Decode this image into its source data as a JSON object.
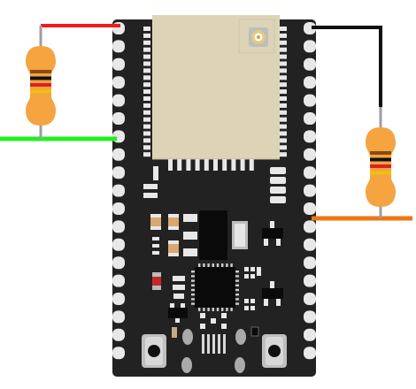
{
  "diagram": {
    "board": {
      "pcb_color": "#222222",
      "module_color": "#ddd3b6",
      "pin_color": "#e8e8e8",
      "chip_color": "#111111",
      "antenna_icon": "antenna-connector-icon"
    },
    "resistors": [
      {
        "id": "resistor-left",
        "body_color": "#f5a440",
        "bands": [
          "#8b4a12",
          "#111111",
          "#e02020",
          "#f0c010"
        ]
      },
      {
        "id": "resistor-right",
        "body_color": "#f5a440",
        "bands": [
          "#8b4a12",
          "#111111",
          "#e02020",
          "#f0c010"
        ]
      }
    ],
    "wires": [
      {
        "id": "wire-red",
        "color": "#ee1c1c"
      },
      {
        "id": "wire-green",
        "color": "#22ee22"
      },
      {
        "id": "wire-black",
        "color": "#111111"
      },
      {
        "id": "wire-orange",
        "color": "#ee7711"
      }
    ]
  }
}
